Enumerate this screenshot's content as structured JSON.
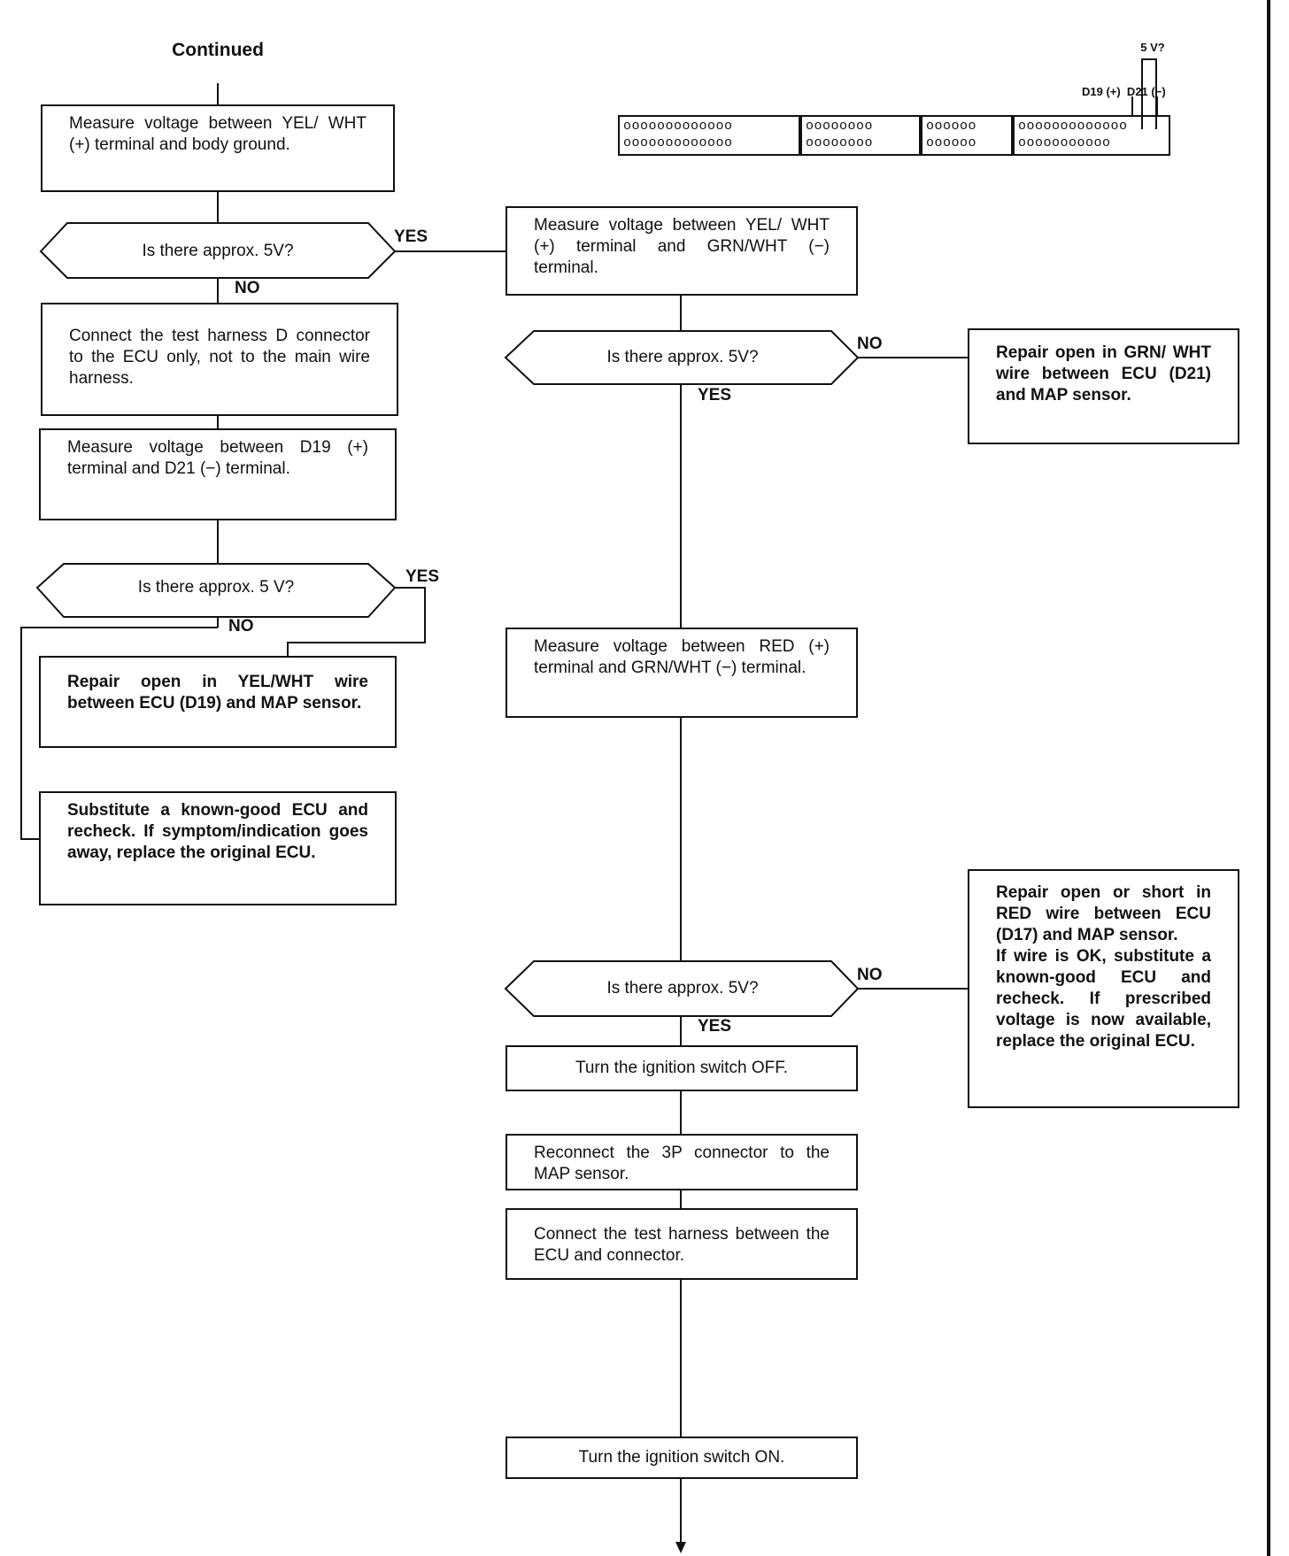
{
  "header": {
    "title": "Continued"
  },
  "steps": {
    "s1": "Measure voltage between YEL/ WHT (+) terminal and body ground.",
    "s2": "Connect the test harness D connector to the ECU only, not to the main wire harness.",
    "s3": "Measure voltage between D19 (+) terminal and D21 (−) terminal.",
    "s4": "Repair open in YEL/WHT wire between ECU (D19) and MAP sensor.",
    "s5": "Substitute a known-good ECU and recheck. If symptom/indication goes away, replace the original ECU.",
    "r1": "Measure voltage between YEL/ WHT (+) terminal and GRN/WHT (−) terminal.",
    "r2": "Repair open in GRN/ WHT wire between ECU (D21) and MAP sensor.",
    "r3": "Measure voltage between RED (+) terminal and GRN/WHT (−) terminal.",
    "r4": "Repair open or short in RED wire between ECU (D17) and MAP sensor.\nIf wire is OK, substitute a known-good ECU and recheck. If prescribed voltage is now available, replace the original ECU.",
    "r5": "Turn the ignition switch OFF.",
    "r6": "Reconnect the 3P connector to the MAP sensor.",
    "r7": "Connect the test harness between the ECU and connector.",
    "r8": "Turn the ignition switch ON."
  },
  "decisions": {
    "d1": "Is there approx. 5V?",
    "d2": "Is there approx. 5 V?",
    "d3": "Is there approx. 5V?",
    "d4": "Is there approx. 5V?"
  },
  "labels": {
    "yes": "YES",
    "no": "NO"
  },
  "connector": {
    "voltage": "5 V?",
    "pins": "D19 (+)  D21 (−)",
    "block1": "ooooooooooooo\nooooooooooooo",
    "block2": "oooooooo\noooooooo",
    "block3": "oooooo\noooooo",
    "block4": "ooooooooooooo\nooooooooooo"
  }
}
